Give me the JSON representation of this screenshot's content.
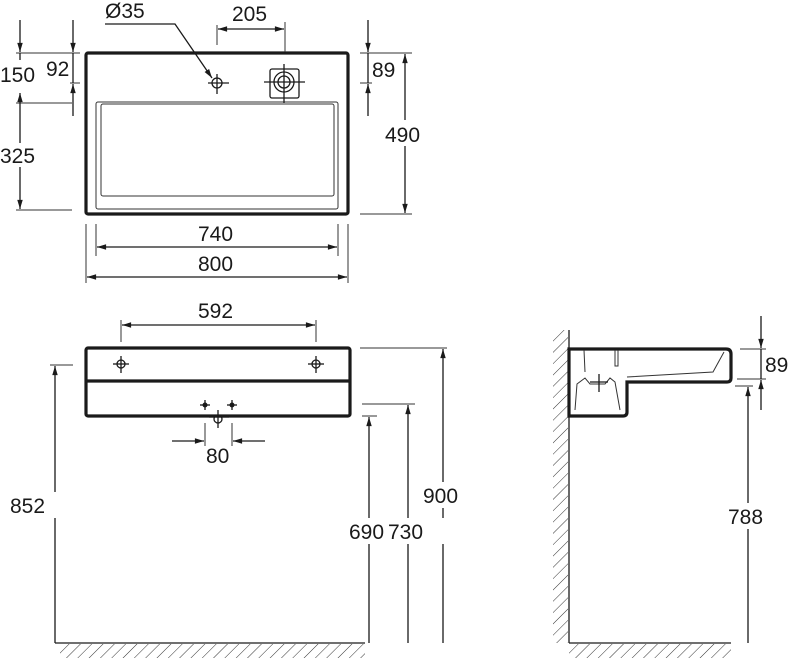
{
  "top_view": {
    "tap_hole_diameter": "Ø35",
    "tap_to_overflow": "205",
    "left_total": "150",
    "left_upper": "92",
    "left_basin": "325",
    "right_upper": "89",
    "depth": "490",
    "inner_width": "740",
    "outer_width": "800"
  },
  "front_view": {
    "fixing_hole_spacing": "592",
    "waste_spacing": "80",
    "fixing_height": "852",
    "bottom_height": "690",
    "waste_height": "730",
    "top_height": "900"
  },
  "side_view": {
    "front_thickness": "89",
    "underside_height": "788"
  },
  "colors": {
    "line": "#1a1a1a",
    "background": "#ffffff"
  }
}
